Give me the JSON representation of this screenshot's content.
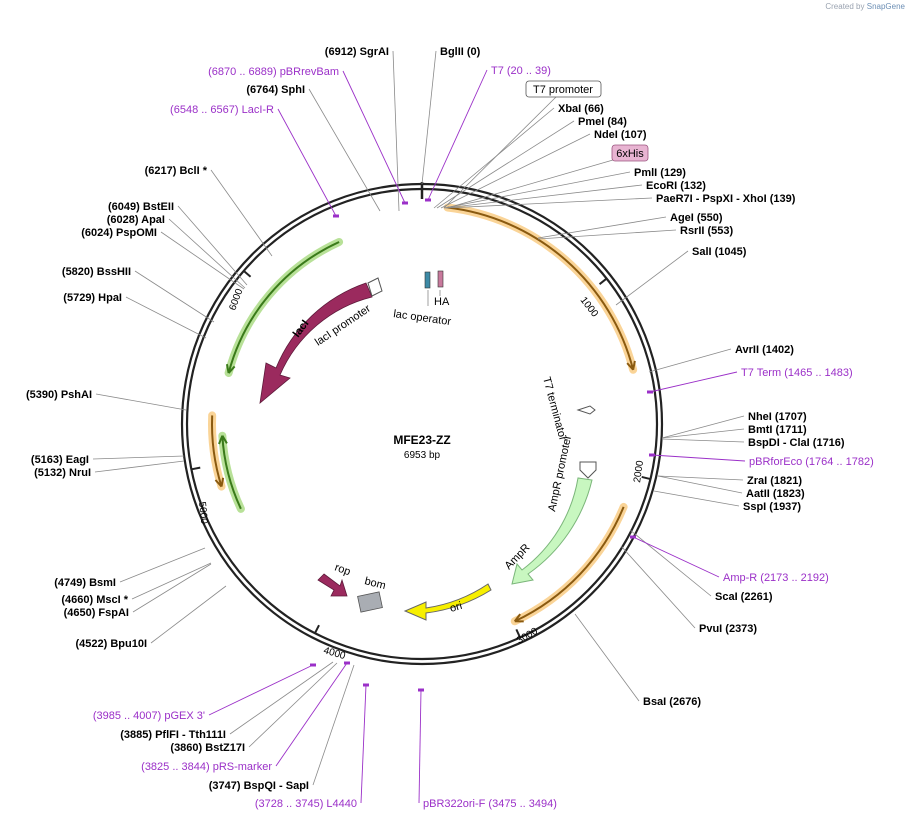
{
  "brand": {
    "created_by": "Created by",
    "product": "SnapGene"
  },
  "plasmid": {
    "name": "MFE23-ZZ",
    "size_label": "6953 bp",
    "length": 6953
  },
  "ticks": [
    "1000",
    "2000",
    "3000",
    "4000",
    "5000",
    "6000"
  ],
  "sites": [
    {
      "label": "(6912)  SgrAI",
      "pos": 6912
    },
    {
      "label": "BglII  (0)",
      "pos": 0
    },
    {
      "label": "(6764)  SphI",
      "pos": 6764
    },
    {
      "label": "XbaI  (66)",
      "pos": 66
    },
    {
      "label": "PmeI  (84)",
      "pos": 84
    },
    {
      "label": "NdeI  (107)",
      "pos": 107
    },
    {
      "label": "PmlI  (129)",
      "pos": 129
    },
    {
      "label": "EcoRI  (132)",
      "pos": 132
    },
    {
      "label": "PaeR7I - PspXI - XhoI  (139)",
      "pos": 139
    },
    {
      "label": "(6217)  BclI *",
      "pos": 6217
    },
    {
      "label": "AgeI  (550)",
      "pos": 550
    },
    {
      "label": "RsrII  (553)",
      "pos": 553
    },
    {
      "label": "(6049)  BstEII",
      "pos": 6049
    },
    {
      "label": "(6028)  ApaI",
      "pos": 6028
    },
    {
      "label": "(6024)  PspOMI",
      "pos": 6024
    },
    {
      "label": "SalI  (1045)",
      "pos": 1045
    },
    {
      "label": "(5820)  BssHII",
      "pos": 5820
    },
    {
      "label": "(5729)  HpaI",
      "pos": 5729
    },
    {
      "label": "AvrII  (1402)",
      "pos": 1402
    },
    {
      "label": "(5390)  PshAI",
      "pos": 5390
    },
    {
      "label": "NheI  (1707)",
      "pos": 1707
    },
    {
      "label": "BmtI  (1711)",
      "pos": 1711
    },
    {
      "label": "BspDI - ClaI  (1716)",
      "pos": 1716
    },
    {
      "label": "(5163)  EagI",
      "pos": 5163
    },
    {
      "label": "(5132)  NruI",
      "pos": 5132
    },
    {
      "label": "ZraI  (1821)",
      "pos": 1821
    },
    {
      "label": "AatII  (1823)",
      "pos": 1823
    },
    {
      "label": "SspI  (1937)",
      "pos": 1937
    },
    {
      "label": "ScaI  (2261)",
      "pos": 2261
    },
    {
      "label": "(4749)  BsmI",
      "pos": 4749
    },
    {
      "label": "(4660)  MscI *",
      "pos": 4660
    },
    {
      "label": "(4650)  FspAI",
      "pos": 4650
    },
    {
      "label": "PvuI  (2373)",
      "pos": 2373
    },
    {
      "label": "(4522)  Bpu10I",
      "pos": 4522
    },
    {
      "label": "BsaI  (2676)",
      "pos": 2676
    },
    {
      "label": "(3885)  PflFI - Tth111I",
      "pos": 3885
    },
    {
      "label": "(3860)  BstZ17I",
      "pos": 3860
    },
    {
      "label": "(3747)  BspQI - SapI",
      "pos": 3747
    }
  ],
  "primers": [
    {
      "label": "(6870 .. 6889)  pBRrevBam",
      "pos": 6880
    },
    {
      "label": "T7     (20 .. 39)",
      "pos": 30
    },
    {
      "label": "(6548 .. 6567)  LacI-R",
      "pos": 6558
    },
    {
      "label": "T7 Term     (1465 .. 1483)",
      "pos": 1474
    },
    {
      "label": "pBRforEco     (1764 .. 1782)",
      "pos": 1773
    },
    {
      "label": "Amp-R     (2173 .. 2192)",
      "pos": 2183
    },
    {
      "label": "(3985 .. 4007)  pGEX 3'",
      "pos": 3996
    },
    {
      "label": "(3825 .. 3844)  pRS-marker",
      "pos": 3835
    },
    {
      "label": "(3728 .. 3745)  L4440",
      "pos": 3737
    },
    {
      "label": "pBR322ori-F     (3475 .. 3494)",
      "pos": 3485
    }
  ],
  "boxed_features": {
    "t7_promoter": "T7 promoter",
    "his_tag": "6xHis"
  },
  "features": {
    "laci": "lacI",
    "laci_promoter": "lacI promoter",
    "lac_operator": "lac operator",
    "ha": "HA",
    "t7_terminator": "T7 terminator",
    "ampr_promoter": "AmpR promoter",
    "ampr": "AmpR",
    "ori": "ori",
    "rop": "rop",
    "bom": "bom"
  },
  "colors": {
    "backbone": "#222222",
    "laci": "#9b2a5e",
    "orf_orange": "#f5b042",
    "orf_green": "#7ec843",
    "ampr": "#c8f7c0",
    "ori": "#f7ef00",
    "rop": "#9b2a5e",
    "bom": "#a9adb3",
    "primer": "#9b30c8",
    "his_box": "#e8b4d2"
  }
}
